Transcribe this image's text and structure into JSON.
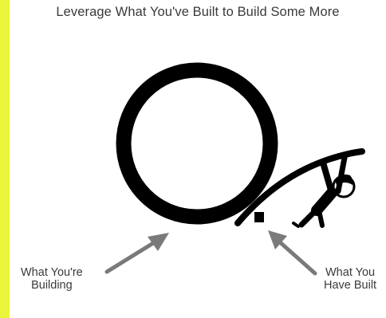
{
  "title": "Leverage What You've Built to Build Some More",
  "labels": {
    "building": {
      "line1": "What You're",
      "line2": "Building"
    },
    "built": {
      "line1": "What You",
      "line2": "Have Built"
    }
  },
  "colors": {
    "frame": "#e9f53a",
    "background": "#ffffff",
    "ink": "#000000",
    "arrow": "#7a7a7a",
    "text": "#3a3a3a"
  },
  "icons": {
    "wheel": "large-ring",
    "lever": "curved-plank",
    "person": "pushing-figure",
    "fulcrum": "small-square-block"
  }
}
